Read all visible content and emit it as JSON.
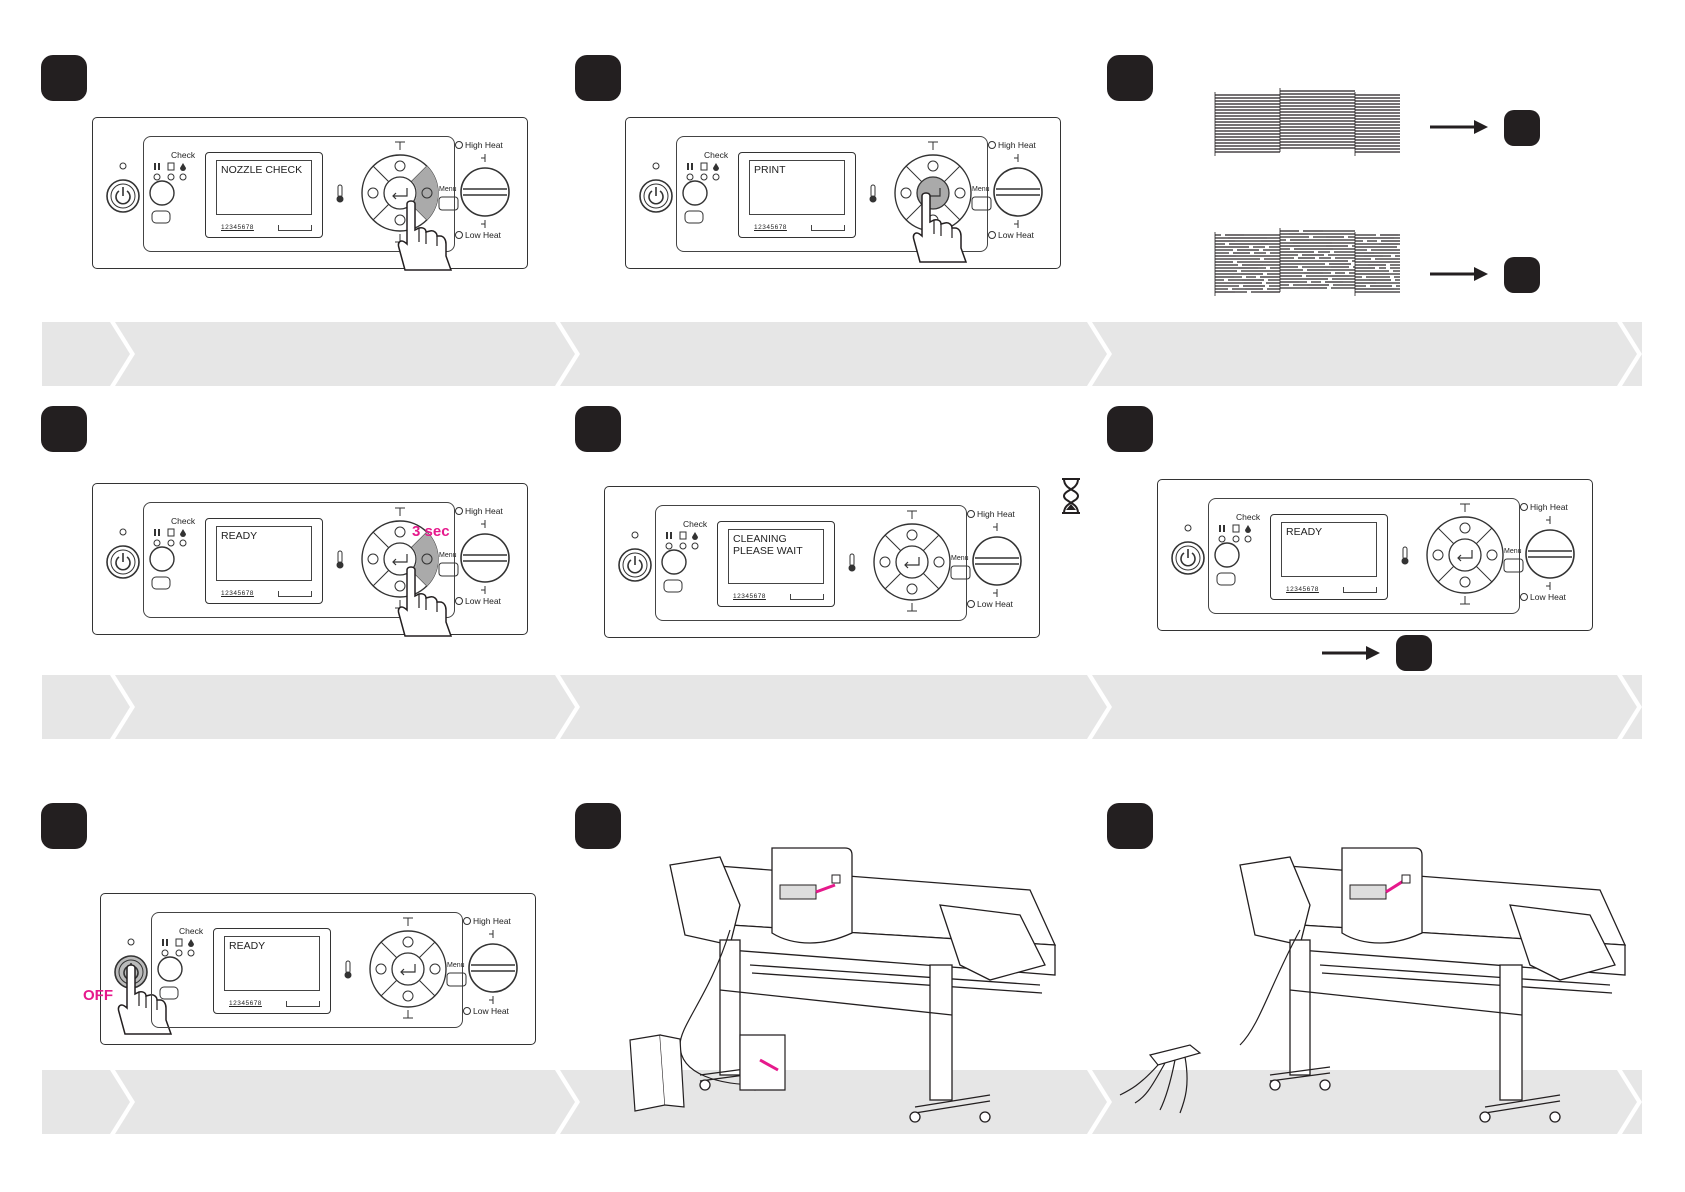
{
  "colors": {
    "accent": "#e6198c",
    "badge": "#231f20",
    "band": "#e6e6e6"
  },
  "panel_labels": {
    "check": "Check",
    "high_heat": "High Heat",
    "low_heat": "Low Heat",
    "menu": "Menu",
    "nozzle_numbers": "12345678"
  },
  "icons": [
    "power-icon",
    "pause-icon",
    "paper-icon",
    "ink-drop-icon",
    "trash-icon",
    "thermometer-icon",
    "up-arrow-icon",
    "down-arrow-icon",
    "left-arrow-icon",
    "right-arrow-icon",
    "enter-icon",
    "hand-pointer-icon",
    "hourglass-icon",
    "arrow-right-icon",
    "usb-cable-icon",
    "network-hub-icon"
  ],
  "steps": {
    "s1": {
      "lcd": "NOZZLE CHECK"
    },
    "s2": {
      "lcd": "PRINT"
    },
    "s4": {
      "lcd": "READY",
      "hold": "3 sec"
    },
    "s5": {
      "lcd": "CLEANING\nPLEASE WAIT"
    },
    "s6": {
      "lcd": "READY"
    },
    "s7": {
      "lcd": "READY",
      "power": "OFF"
    }
  }
}
